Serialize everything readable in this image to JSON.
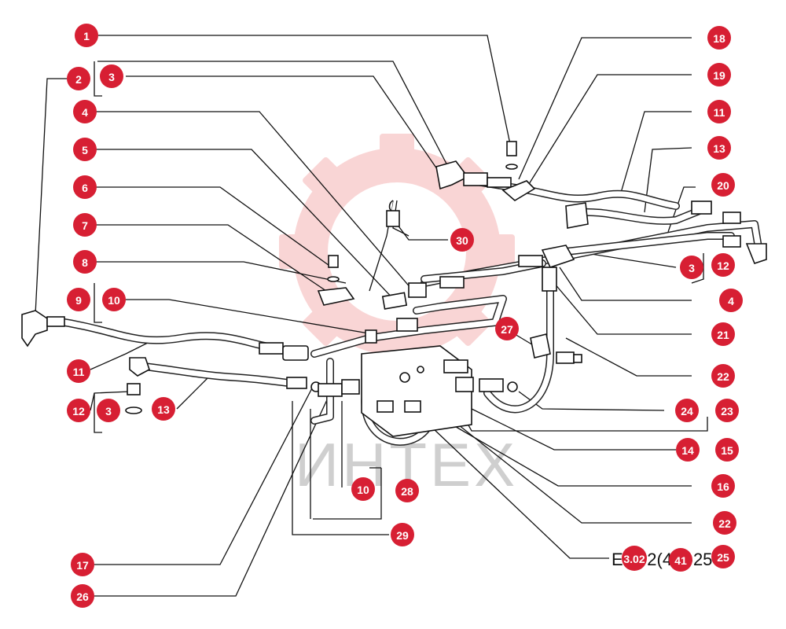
{
  "diagram": {
    "reference_code": "E3.02(41)-25",
    "watermark": "ИНТЕХ",
    "colors": {
      "badge": "#d71f33",
      "badge_text": "#ffffff",
      "lines": "#111111",
      "watermark": "#f6c9c9"
    },
    "callouts": [
      {
        "label": "1"
      },
      {
        "label": "2"
      },
      {
        "label": "3"
      },
      {
        "label": "4"
      },
      {
        "label": "5"
      },
      {
        "label": "6"
      },
      {
        "label": "7"
      },
      {
        "label": "8"
      },
      {
        "label": "9"
      },
      {
        "label": "10"
      },
      {
        "label": "11"
      },
      {
        "label": "12"
      },
      {
        "label": "3"
      },
      {
        "label": "13"
      },
      {
        "label": "17"
      },
      {
        "label": "26"
      },
      {
        "label": "18"
      },
      {
        "label": "19"
      },
      {
        "label": "11"
      },
      {
        "label": "13"
      },
      {
        "label": "20"
      },
      {
        "label": "3"
      },
      {
        "label": "12"
      },
      {
        "label": "4"
      },
      {
        "label": "21"
      },
      {
        "label": "22"
      },
      {
        "label": "24"
      },
      {
        "label": "23"
      },
      {
        "label": "14"
      },
      {
        "label": "15"
      },
      {
        "label": "16"
      },
      {
        "label": "22"
      },
      {
        "label": "25"
      },
      {
        "label": "30"
      },
      {
        "label": "27"
      },
      {
        "label": "10"
      },
      {
        "label": "28"
      },
      {
        "label": "29"
      },
      {
        "label": "3.02"
      },
      {
        "label": "41"
      }
    ]
  }
}
